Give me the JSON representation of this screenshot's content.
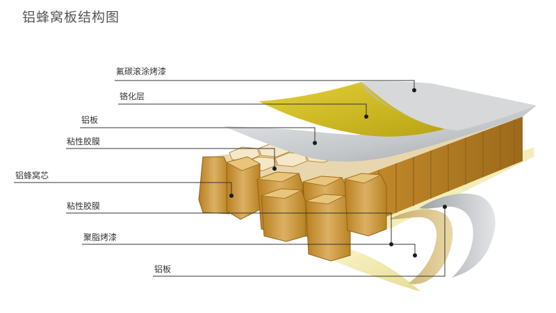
{
  "title": "铝蜂窝板结构图",
  "layers": [
    {
      "label": "氟碳滚涂烤漆"
    },
    {
      "label": "铬化层"
    },
    {
      "label": "铝板"
    },
    {
      "label": "粘性胶膜"
    },
    {
      "label": "铝蜂窝芯"
    },
    {
      "label": "粘性胶膜"
    },
    {
      "label": "聚脂烤漆"
    },
    {
      "label": "铝板"
    }
  ],
  "colors": {
    "fluorocarbon_coating": "#cfd1d3",
    "chromate_layer": "#d9c41a",
    "aluminum_sheet": "#d5d7d9",
    "adhesive_film": "#e9e2b4",
    "honeycomb_core": "#c9962e",
    "polyester_coating": "#f1ecb0",
    "leader_line": "#333333"
  }
}
